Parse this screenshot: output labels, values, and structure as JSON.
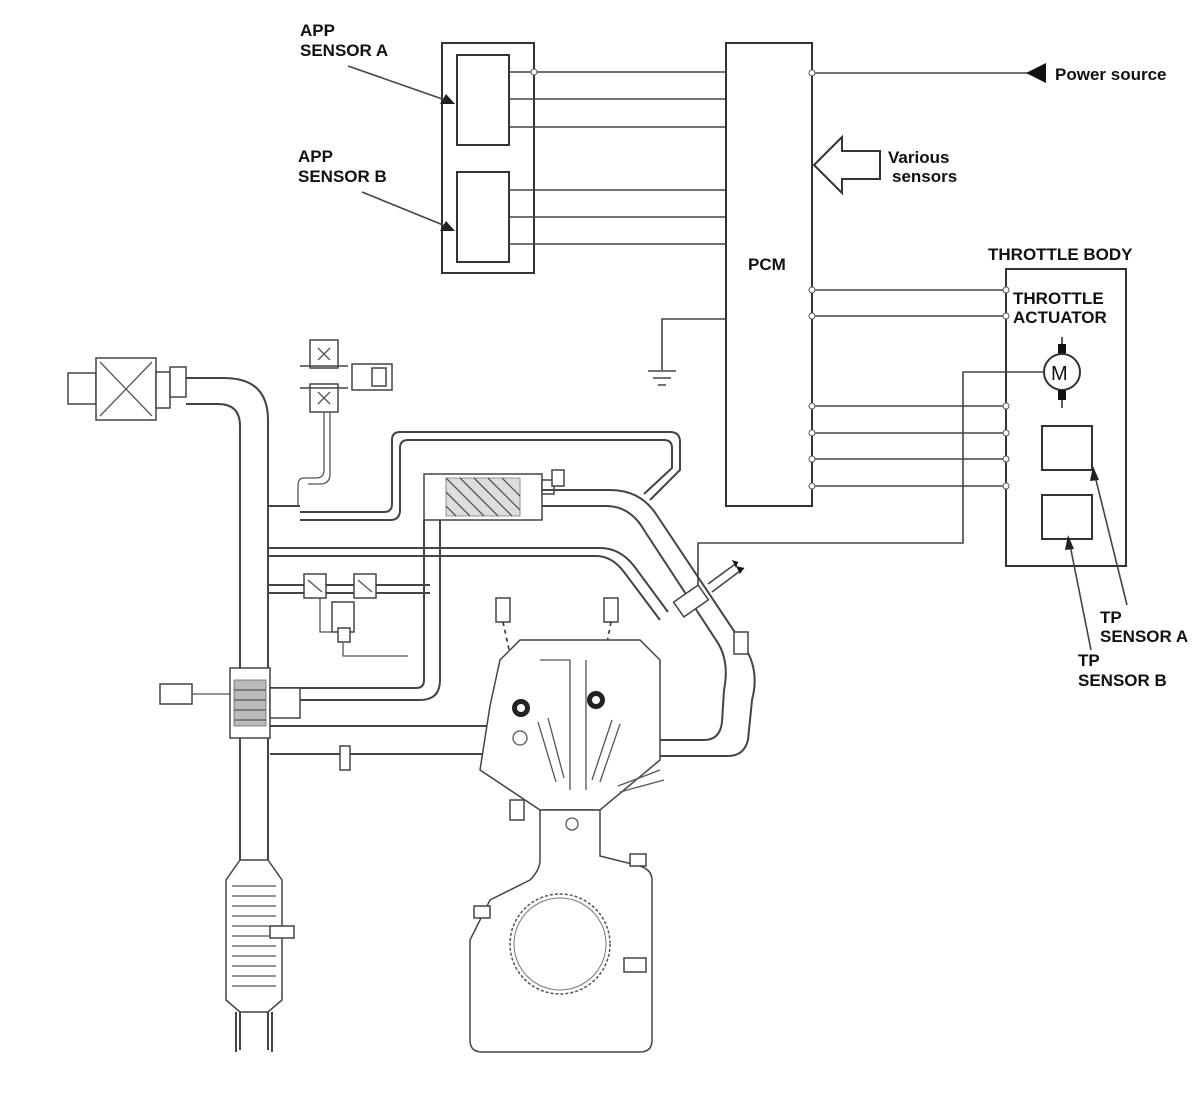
{
  "labels": {
    "app_sensor_a": [
      "APP",
      "SENSOR A"
    ],
    "app_sensor_b": [
      "APP",
      "SENSOR B"
    ],
    "pcm": "PCM",
    "power_source": "Power source",
    "various_sensors": [
      "Various",
      "sensors"
    ],
    "throttle_body": "THROTTLE BODY",
    "throttle_actuator": [
      "THROTTLE",
      "ACTUATOR"
    ],
    "motor_symbol": "M",
    "tp_sensor_a": [
      "TP",
      "SENSOR A"
    ],
    "tp_sensor_b": [
      "TP",
      "SENSOR B"
    ]
  },
  "colors": {
    "line": "#333333",
    "background": "#ffffff"
  }
}
